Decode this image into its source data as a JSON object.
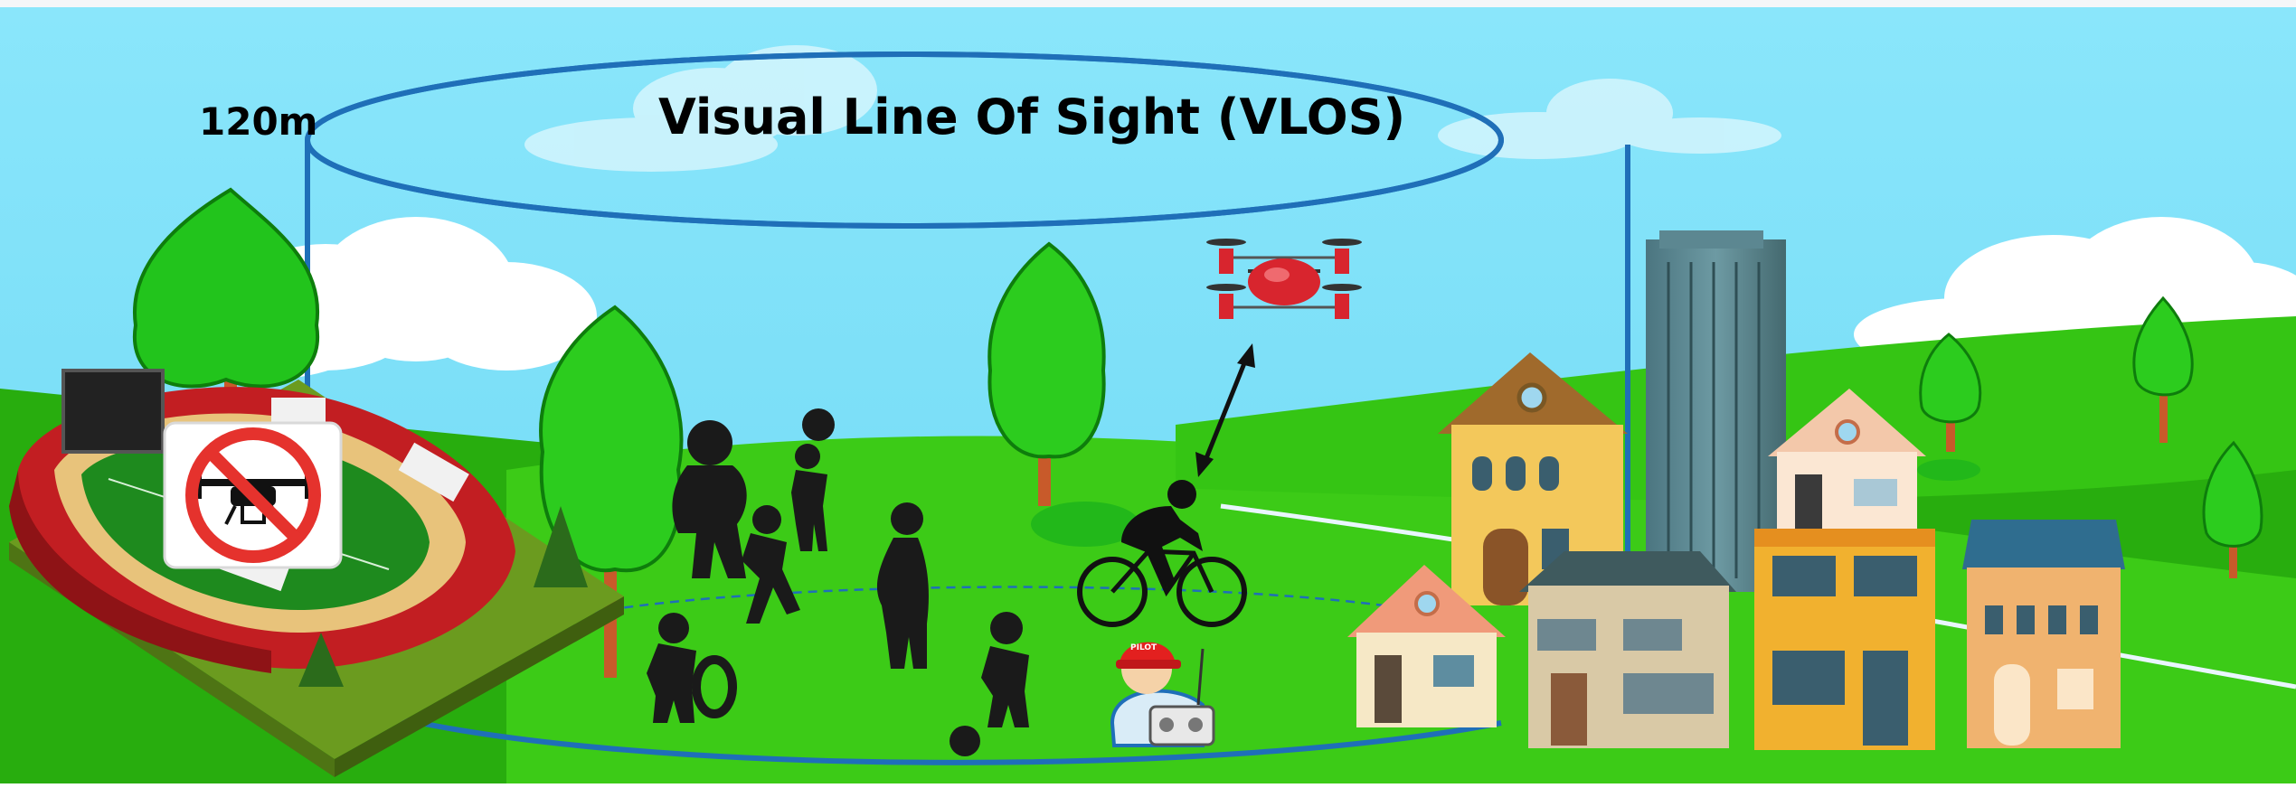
{
  "title": "Visual Line Of Sight (VLOS)",
  "height_label": "120m",
  "pilot_cap_label": "PILOT",
  "colors": {
    "sky": "#7fe0f8",
    "grass": "#33c213",
    "cylinder": "#1f6fb8",
    "drone": "#d8252e",
    "no_drone_sign": "#e5322d"
  },
  "icons": [
    "no-drone-sign-icon",
    "drone-icon",
    "double-arrow-icon",
    "cyclist-icon",
    "pilot-icon",
    "remote-controller-icon"
  ]
}
